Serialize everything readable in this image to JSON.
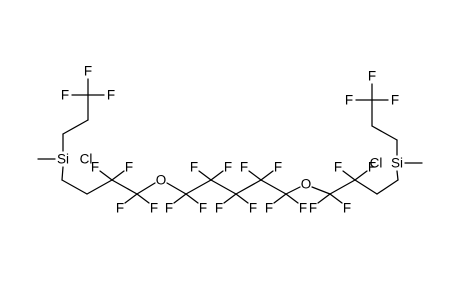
{
  "molecule": {
    "atom_labels": {
      "fluorine": "F",
      "oxygen": "O",
      "silicon": "Si",
      "chlorine": "Cl"
    },
    "colors": {
      "bond": "#000000",
      "label": "#000000",
      "background": "#ffffff"
    }
  }
}
